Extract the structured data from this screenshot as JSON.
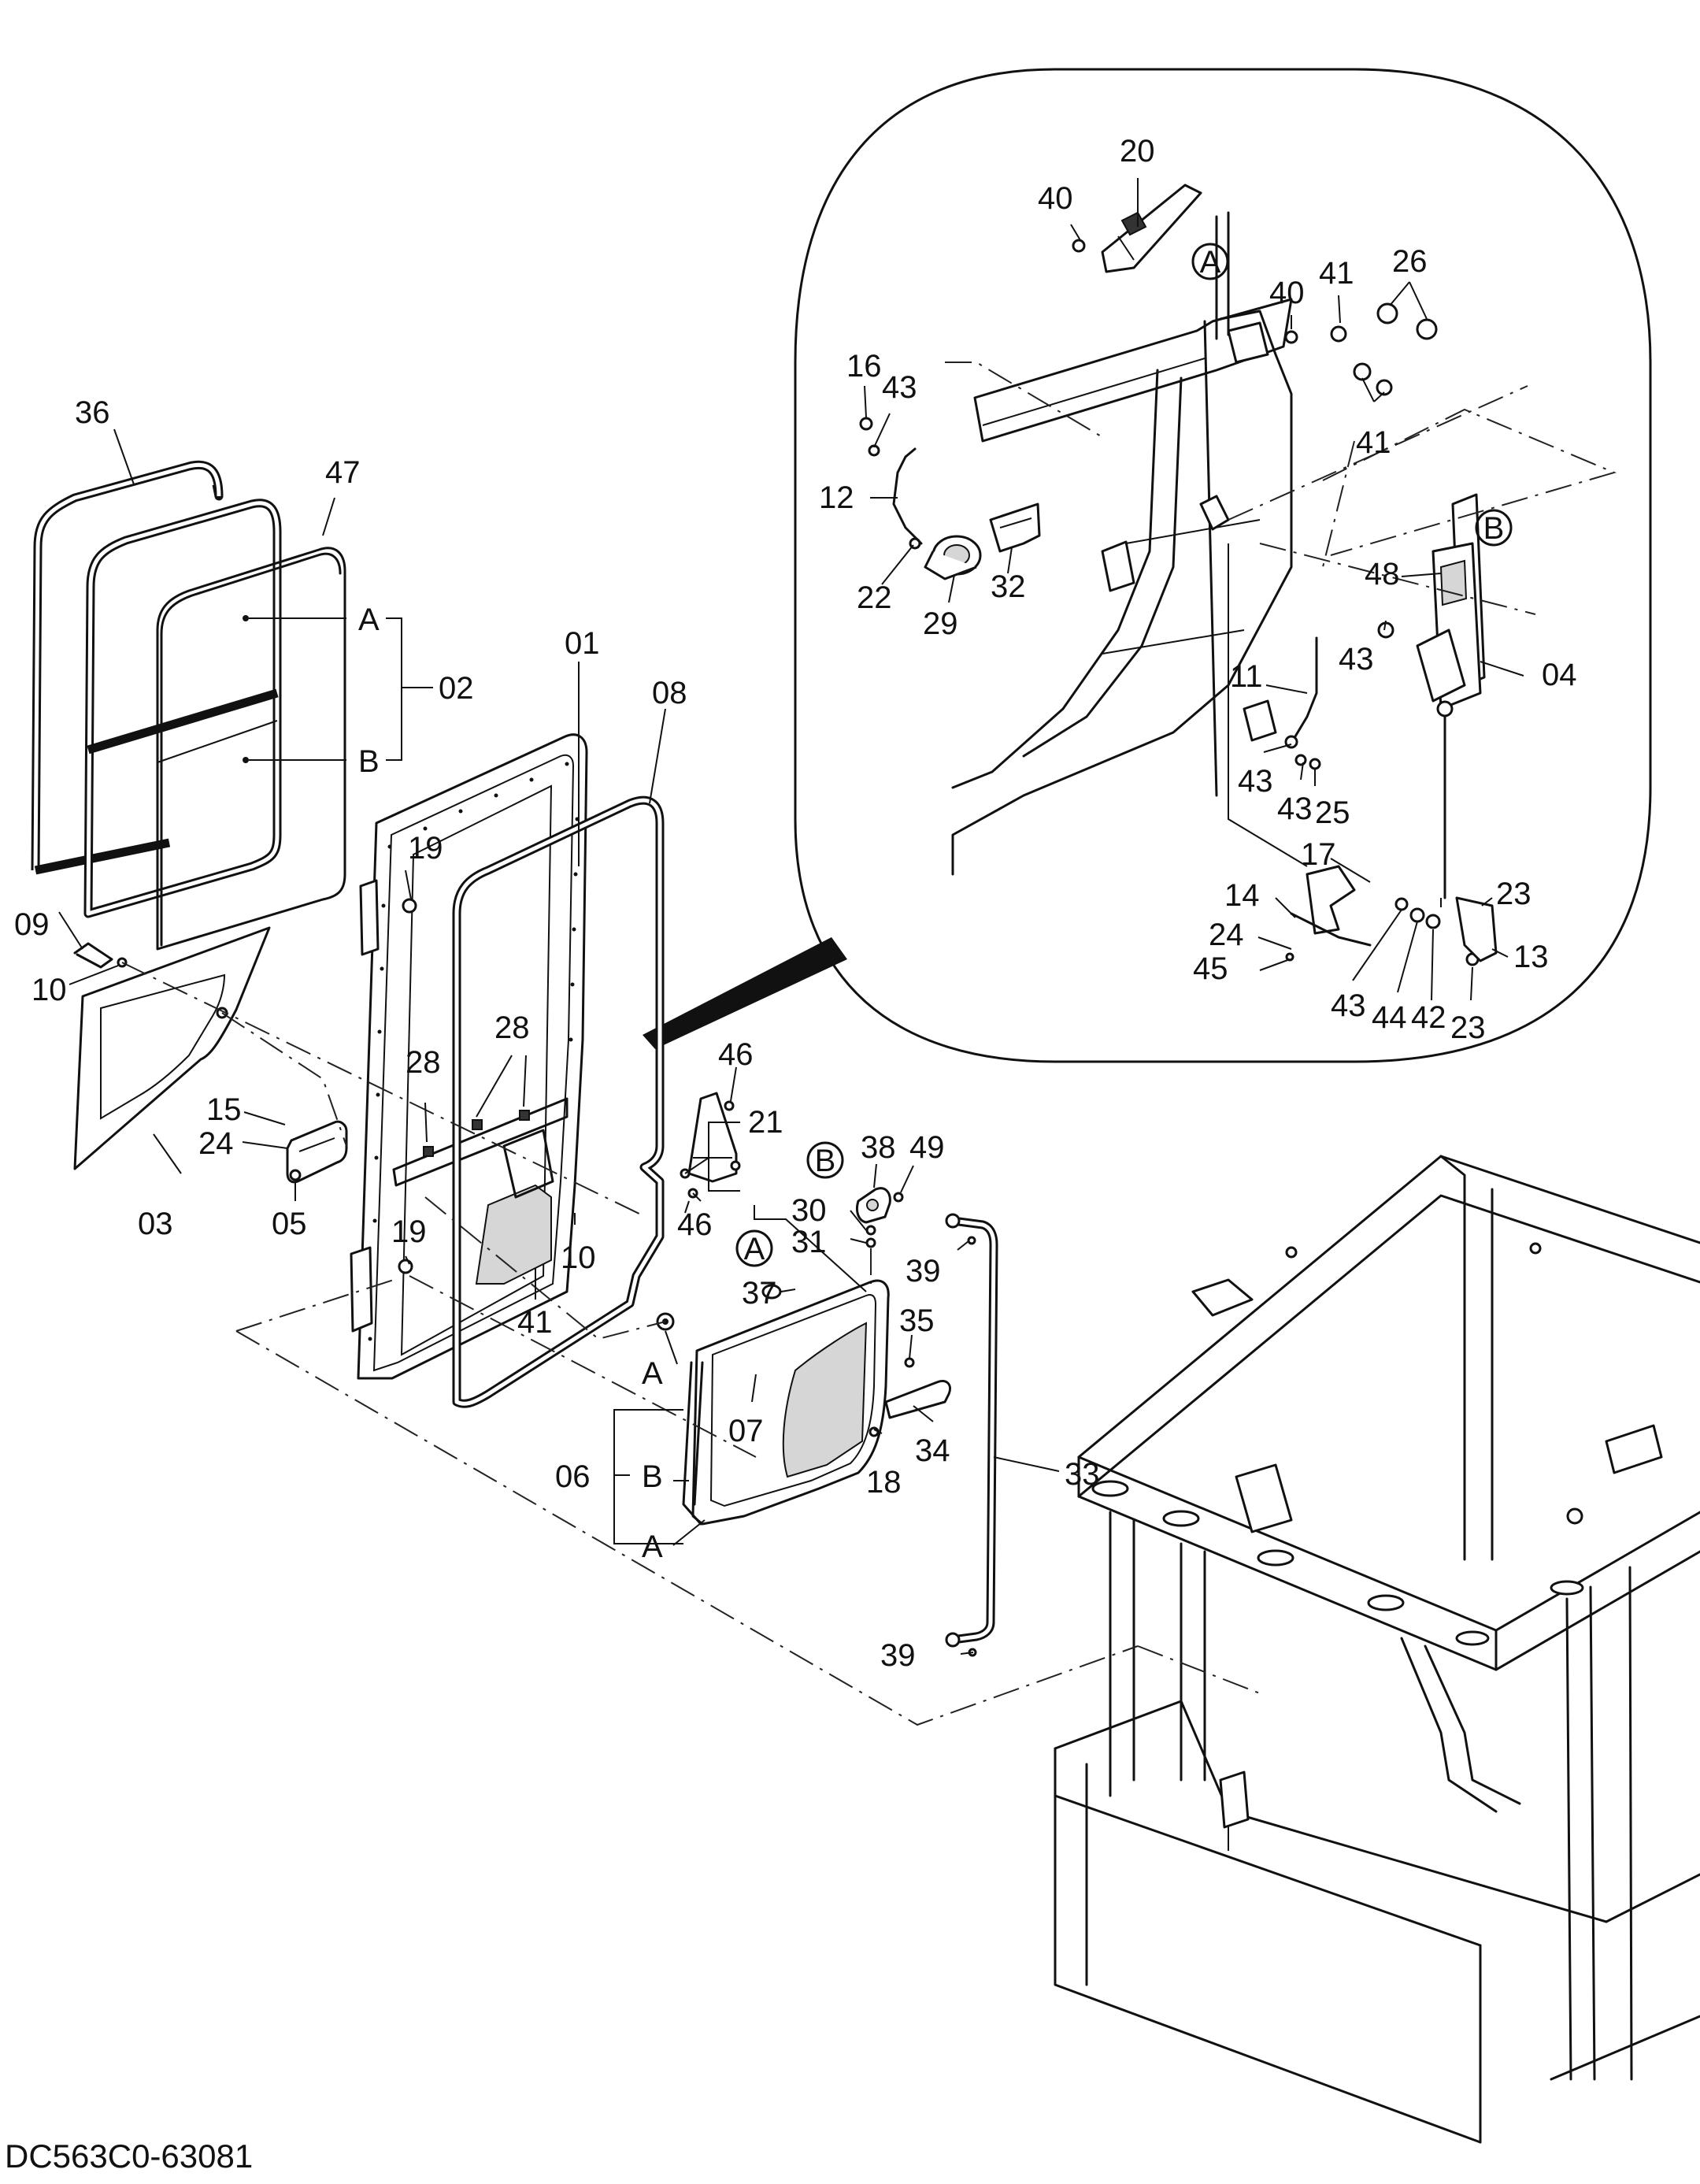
{
  "drawing_id": "DC563C0-63081",
  "detail_markers": [
    "A",
    "B"
  ],
  "callouts": {
    "c36": "36",
    "c47": "47",
    "cA1": "A",
    "c02": "02",
    "cB1": "B",
    "c09": "09",
    "c10a": "10",
    "c03": "03",
    "c15": "15",
    "c24a": "24",
    "c05": "05",
    "c01": "01",
    "c08": "08",
    "c19a": "19",
    "c19b": "19",
    "c28a": "28",
    "c28b": "28",
    "c10b": "10",
    "c41a": "41",
    "c46a": "46",
    "c21": "21",
    "c46b": "46",
    "c38": "38",
    "c49": "49",
    "c30": "30",
    "c31": "31",
    "c39a": "39",
    "c37": "37",
    "c35": "35",
    "cA2": "A",
    "c06": "06",
    "cB2": "B",
    "cA3": "A",
    "c07": "07",
    "c34": "34",
    "c18": "18",
    "c33": "33",
    "c39b": "39",
    "c20": "20",
    "c40a": "40",
    "c40b": "40",
    "c41b": "41",
    "c26": "26",
    "c41c": "41",
    "c16": "16",
    "c43a": "43",
    "c12": "12",
    "c22": "22",
    "c29": "29",
    "c32": "32",
    "c48": "48",
    "c43b": "43",
    "c04": "04",
    "c11": "11",
    "c43c": "43",
    "c43d": "43",
    "c25": "25",
    "c17": "17",
    "c14": "14",
    "c24b": "24",
    "c45": "45",
    "c23a": "23",
    "c13": "13",
    "c43e": "43",
    "c44": "44",
    "c42": "42",
    "c23b": "23"
  }
}
